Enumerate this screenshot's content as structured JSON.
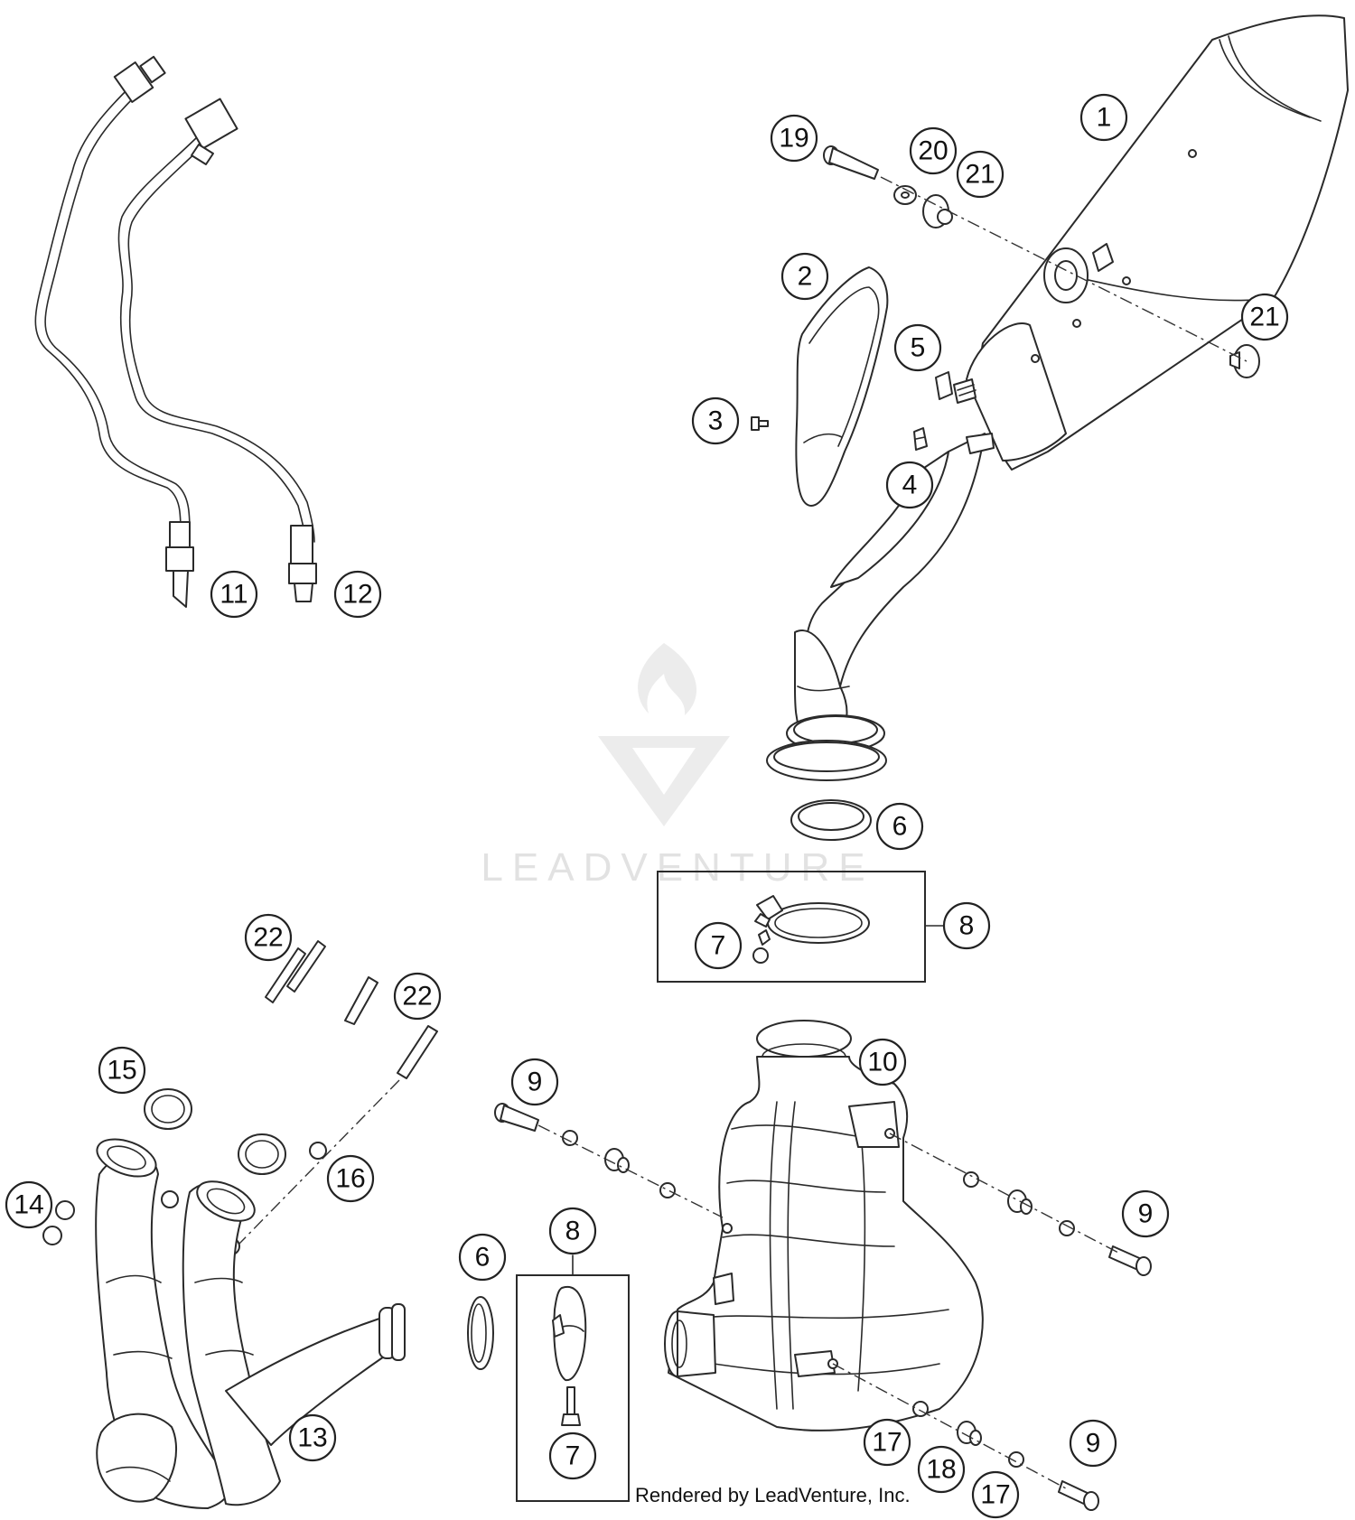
{
  "watermark": {
    "brand": "LEADVENTURE"
  },
  "credit": "Rendered by LeadVenture, Inc.",
  "callouts": [
    {
      "id": "c1",
      "label": "1"
    },
    {
      "id": "c2",
      "label": "2"
    },
    {
      "id": "c3",
      "label": "3"
    },
    {
      "id": "c4",
      "label": "4"
    },
    {
      "id": "c5",
      "label": "5"
    },
    {
      "id": "c6a",
      "label": "6"
    },
    {
      "id": "c6b",
      "label": "6"
    },
    {
      "id": "c7a",
      "label": "7"
    },
    {
      "id": "c7b",
      "label": "7"
    },
    {
      "id": "c8a",
      "label": "8"
    },
    {
      "id": "c8b",
      "label": "8"
    },
    {
      "id": "c9a",
      "label": "9"
    },
    {
      "id": "c9b",
      "label": "9"
    },
    {
      "id": "c9c",
      "label": "9"
    },
    {
      "id": "c10",
      "label": "10"
    },
    {
      "id": "c11",
      "label": "11"
    },
    {
      "id": "c12",
      "label": "12"
    },
    {
      "id": "c13",
      "label": "13"
    },
    {
      "id": "c14",
      "label": "14"
    },
    {
      "id": "c15",
      "label": "15"
    },
    {
      "id": "c16",
      "label": "16"
    },
    {
      "id": "c17a",
      "label": "17"
    },
    {
      "id": "c17b",
      "label": "17"
    },
    {
      "id": "c18",
      "label": "18"
    },
    {
      "id": "c19",
      "label": "19"
    },
    {
      "id": "c20",
      "label": "20"
    },
    {
      "id": "c21a",
      "label": "21"
    },
    {
      "id": "c21b",
      "label": "21"
    },
    {
      "id": "c22a",
      "label": "22"
    },
    {
      "id": "c22b",
      "label": "22"
    }
  ]
}
